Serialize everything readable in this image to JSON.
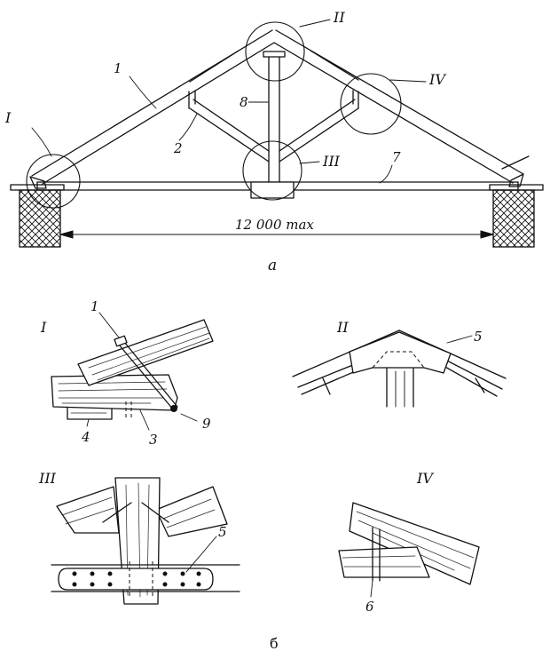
{
  "main_view": {
    "callouts": {
      "I": "I",
      "II": "II",
      "III": "III",
      "IV": "IV"
    },
    "parts": {
      "p1": "1",
      "p2": "2",
      "p7": "7",
      "p8": "8"
    },
    "dimension": "12 000 max",
    "caption": "а"
  },
  "details": {
    "I": {
      "title": "I",
      "parts": {
        "p1": "1",
        "p3": "3",
        "p4": "4",
        "p9": "9"
      }
    },
    "II": {
      "title": "II",
      "parts": {
        "p5": "5"
      }
    },
    "III": {
      "title": "III",
      "parts": {
        "p5": "5"
      }
    },
    "IV": {
      "title": "IV",
      "parts": {
        "p6": "6"
      }
    },
    "caption": "б"
  }
}
